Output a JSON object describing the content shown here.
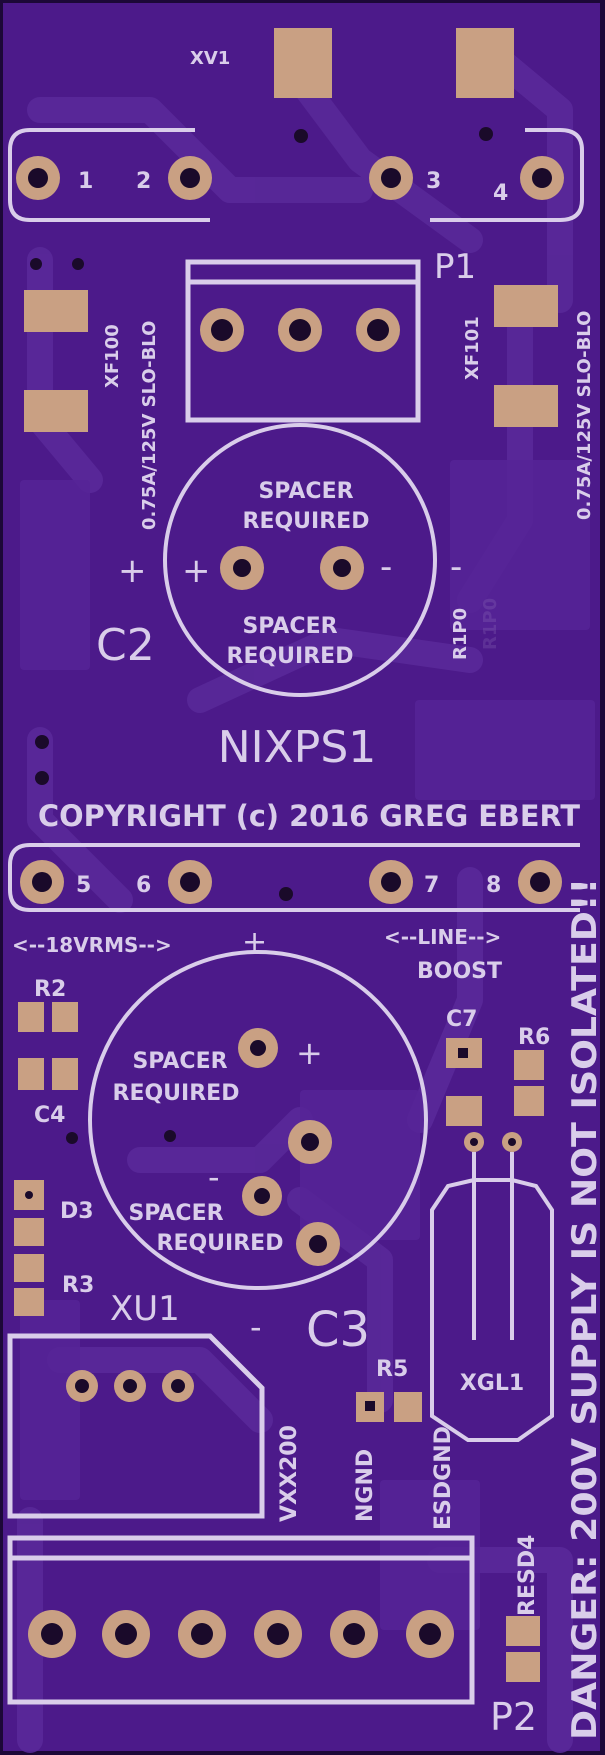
{
  "colors": {
    "board": "#4c1a8a",
    "trace": "#5a2a9a",
    "silkscreen": "#d9cdea",
    "copper": "#c9a083",
    "hole": "#1a0a2a",
    "edge": "#1c0838"
  },
  "labels": {
    "xv1": "XV1",
    "p1": "P1",
    "p2": "P2",
    "xf100": "XF100",
    "xf101": "XF101",
    "fuse_rating_left": "0.75A/125V SLO-BLO",
    "fuse_rating_right": "0.75A/125V SLO-BLO",
    "spacer_c2_top_1": "SPACER",
    "spacer_c2_top_2": "REQUIRED",
    "spacer_c2_bottom_1": "SPACER",
    "spacer_c2_bottom_2": "REQUIRED",
    "c2": "C2",
    "c3": "C3",
    "r1p0": "R1P0",
    "r1p0_ghost": "R1P0",
    "board_name": "NIXPS1",
    "copyright": "COPYRIGHT (c) 2016  GREG EBERT",
    "rms": "<--18VRMS-->",
    "line_1": "<--LINE-->",
    "line_2": "BOOST",
    "r2": "R2",
    "c4": "C4",
    "d3": "D3",
    "r3": "R3",
    "c7": "C7",
    "r6": "R6",
    "spacer_c3_top_1": "SPACER",
    "spacer_c3_top_2": "REQUIRED",
    "spacer_c3_bottom_1": "SPACER",
    "spacer_c3_bottom_2": "REQUIRED",
    "xu1": "XU1",
    "r5": "R5",
    "xgl1": "XGL1",
    "vxx200": "VXX200",
    "ngnd": "NGND",
    "esdgnd": "ESDGND",
    "resd4": "RESD4",
    "danger": "DANGER: 200V SUPPLY IS NOT ISOLATED!!",
    "plus": "+",
    "minus": "-"
  },
  "pins_top": [
    "1",
    "2",
    "3",
    "4"
  ],
  "pins_mid": [
    "5",
    "6",
    "7",
    "8"
  ]
}
